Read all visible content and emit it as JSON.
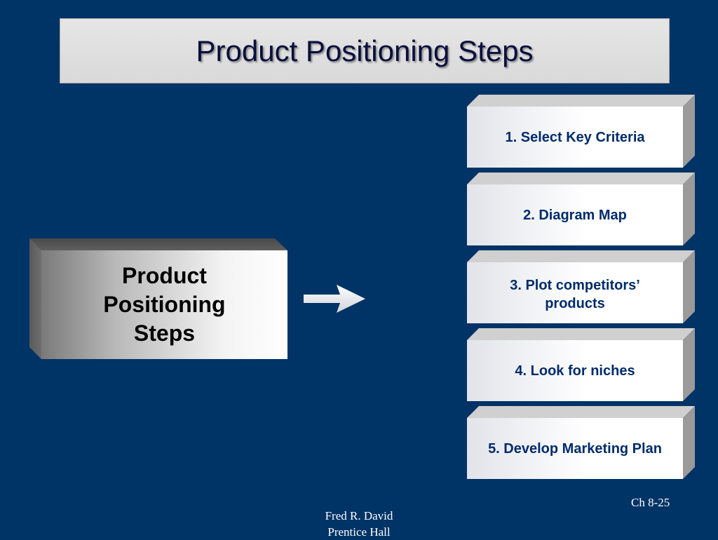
{
  "title": "Product Positioning Steps",
  "main_box": {
    "label": "Product\nPositioning\nSteps"
  },
  "steps": [
    {
      "label": "1.  Select Key Criteria"
    },
    {
      "label": "2.  Diagram Map"
    },
    {
      "label": "3.   Plot competitors’\nproducts"
    },
    {
      "label": "4.  Look for niches"
    },
    {
      "label": "5.  Develop Marketing Plan"
    }
  ],
  "footer": {
    "author_line1": "Fred R. David",
    "author_line2": "Prentice Hall",
    "slide_number": "Ch 8-25"
  },
  "colors": {
    "background": "#003366",
    "step_text": "#002b6b",
    "title_text": "#0a0f3c"
  },
  "icons": {
    "arrow": "arrow-right-icon"
  }
}
